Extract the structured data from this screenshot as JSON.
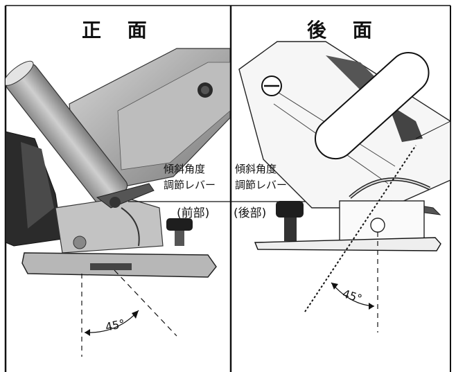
{
  "panels": {
    "front": {
      "title": "正 面",
      "lever_line1": "傾斜角度",
      "lever_line2": "調節レバー",
      "part_label": "(前部)",
      "angle": "45°"
    },
    "rear": {
      "title": "後 面",
      "lever_line1": "傾斜角度",
      "lever_line2": "調節レバー",
      "part_label": "(後部)",
      "angle": "45°"
    }
  },
  "colors": {
    "ink": "#111111",
    "metal_light": "#cfcfcf",
    "metal_mid": "#a8a8a8",
    "metal_dark": "#6e6e6e",
    "knob_dark": "#1e1e1e"
  }
}
